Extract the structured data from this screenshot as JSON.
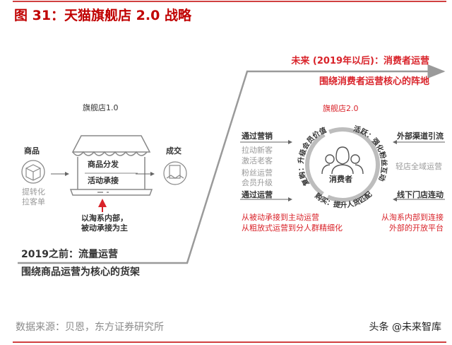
{
  "title": "图 31：天猫旗舰店 2.0 战略",
  "colors": {
    "accent_red": "#d9232a",
    "title_red": "#c00000",
    "line_gray": "#9a9a9a"
  },
  "future": {
    "heading": "未来 (2019年以后)：消费者运营",
    "subheading": "围绕消费者运营核心的阵地",
    "store_label": "旗舰店2.0",
    "center_label": "消费者",
    "ring_labels": [
      "复购：升级会员价值",
      "活跃：强化粉丝互动",
      "购买：提升人货匹配"
    ],
    "left": {
      "marketing": "通过营销",
      "marketing_items": [
        "拉动新客",
        "激活老客"
      ],
      "operation_items": [
        "粉丝运营",
        "会员升级"
      ],
      "operation": "通过运营"
    },
    "right": {
      "external": "外部渠道引流",
      "light_store": "轻店全域运营",
      "offline": "线下门店连动"
    },
    "notes_left": [
      "从被动承接到主动运营",
      "从粗放式运营到分人群精细化"
    ],
    "notes_right": [
      "从淘系内部到连接",
      "外部的开放平台"
    ]
  },
  "past": {
    "store_label": "旗舰店1.0",
    "product_label": "商品",
    "product_sub": [
      "提转化",
      "拉客单"
    ],
    "store_sign": [
      "商品分发",
      "活动承接"
    ],
    "deal_label": "成交",
    "note": [
      "以淘系内部，",
      "被动承接为主"
    ],
    "heading": "2019之前：流量运营",
    "subheading": "围绕商品运营为核心的货架"
  },
  "footer": {
    "source": "数据来源：贝恩，东方证券研究所",
    "watermark": "头条 @未来智库"
  },
  "icons": [
    "box-icon",
    "storefront-icon",
    "handshake-contract-icon",
    "people-icon",
    "arrow-icon"
  ]
}
